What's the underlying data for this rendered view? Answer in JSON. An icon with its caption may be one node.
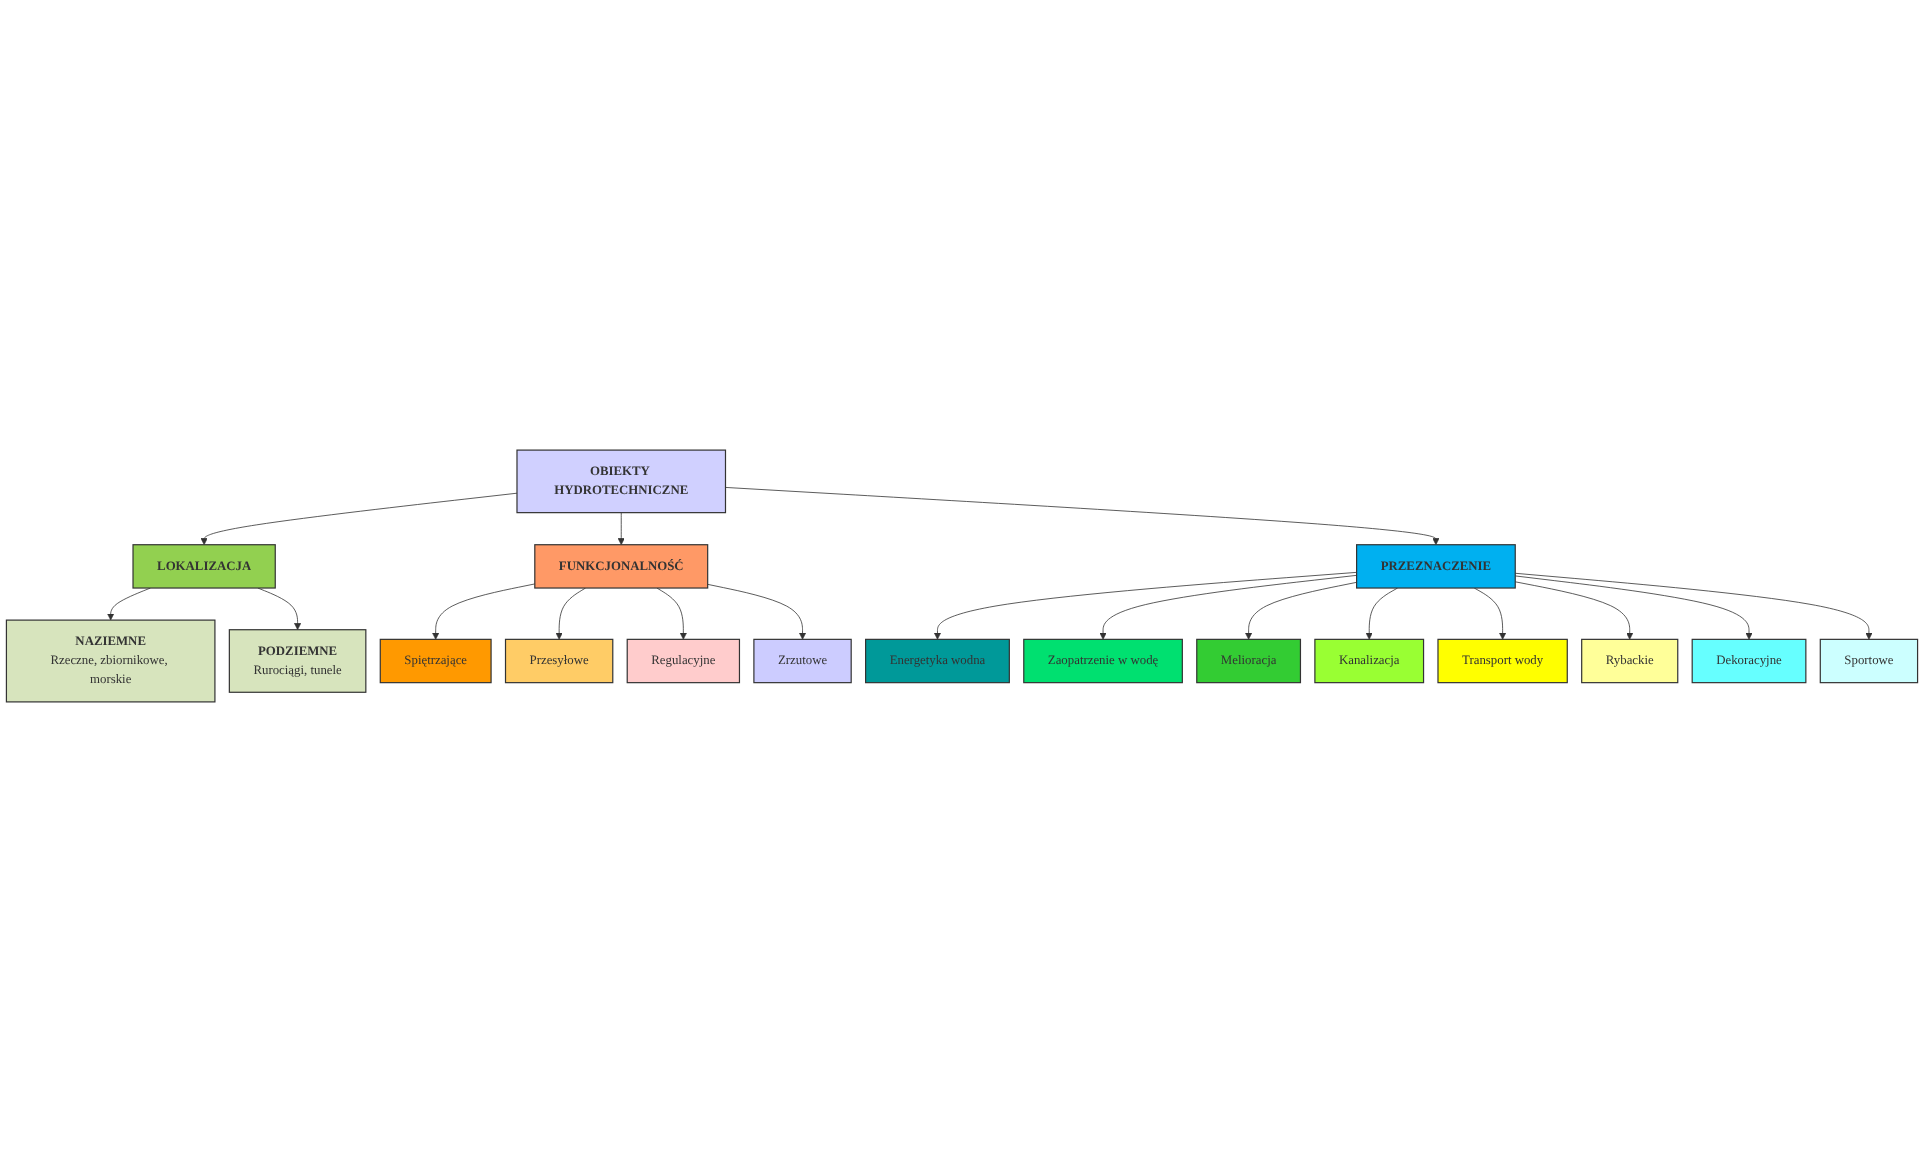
{
  "diagram": {
    "nodes": [
      {
        "text": [
          "OBIEKTY HYDROTECHNICZNE"
        ]
      },
      {
        "text": [
          "LOKALIZACJA"
        ]
      },
      {
        "text": [
          "FUNKCJONALNOŚĆ"
        ]
      },
      {
        "text": [
          "PRZEZNACZENIE"
        ]
      },
      {
        "text": [
          "NAZIEMNE",
          "Rzeczne, zbiornikowe, morskie"
        ]
      },
      {
        "text": [
          "PODZIEMNE",
          "Rurociągi, tunele"
        ]
      },
      {
        "text": [
          "Spiętrzające"
        ]
      },
      {
        "text": [
          "Przesyłowe"
        ]
      },
      {
        "text": [
          "Regulacyjne"
        ]
      },
      {
        "text": [
          "Zrzutowe"
        ]
      },
      {
        "text": [
          "Energetyka wodna"
        ]
      },
      {
        "text": [
          "Zaopatrzenie w wodę"
        ]
      },
      {
        "text": [
          "Melioracja"
        ]
      },
      {
        "text": [
          "Kanalizacja"
        ]
      },
      {
        "text": [
          "Transport wody"
        ]
      },
      {
        "text": [
          "Rybackie"
        ]
      },
      {
        "text": [
          "Dekoracyjne"
        ]
      },
      {
        "text": [
          "Sportowe"
        ]
      }
    ],
    "edges": [
      {
        "from": 0,
        "to": 1,
        "arrow": "to"
      },
      {
        "from": 0,
        "to": 2,
        "arrow": "to"
      },
      {
        "from": 0,
        "to": 3,
        "arrow": "to"
      },
      {
        "from": 1,
        "to": 4,
        "arrow": "to"
      },
      {
        "from": 1,
        "to": 5,
        "arrow": "to"
      },
      {
        "from": 2,
        "to": 6,
        "arrow": "to"
      },
      {
        "from": 2,
        "to": 7,
        "arrow": "to"
      },
      {
        "from": 2,
        "to": 8,
        "arrow": "to"
      },
      {
        "from": 2,
        "to": 9,
        "arrow": "to"
      },
      {
        "from": 3,
        "to": 10,
        "arrow": "to"
      },
      {
        "from": 3,
        "to": 11,
        "arrow": "to"
      },
      {
        "from": 3,
        "to": 12,
        "arrow": "to"
      },
      {
        "from": 3,
        "to": 13,
        "arrow": "to"
      },
      {
        "from": 3,
        "to": 14,
        "arrow": "to"
      },
      {
        "from": 3,
        "to": 15,
        "arrow": "to"
      },
      {
        "from": 3,
        "to": 16,
        "arrow": "to"
      },
      {
        "from": 3,
        "to": 17,
        "arrow": "to"
      }
    ]
  }
}
